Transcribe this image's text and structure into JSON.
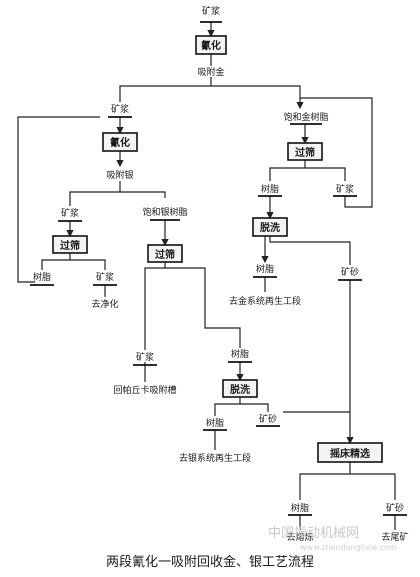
{
  "diagram": {
    "caption": "两段氰化一吸附回收金、银工艺流程",
    "watermark_text": "中国振动机械网",
    "watermark_url": "www.zhendonglixie.com",
    "nodes": {
      "feed": "矿浆",
      "cyan1": "氰化",
      "adsorb1": "吸附金",
      "slurry_a": "矿浆",
      "cyan2": "氰化",
      "adsorb_silver": "吸附银",
      "loaded_gold_resin": "饱和金树脂",
      "filter_top": "过筛",
      "resin_a": "树脂",
      "slurry_b": "矿浆",
      "slurry_c": "矿浆",
      "loaded_silver_resin": "饱和银树脂",
      "elute_gold": "脱洗",
      "filter_left": "过筛",
      "resin_b": "树脂",
      "ore_sand_a": "矿砂",
      "resin_left": "树脂",
      "slurry_left": "矿浆",
      "purify": "去净化",
      "gold_regen": "去金系统再生工段",
      "filter_mid": "过筛",
      "slurry_d": "矿浆",
      "resin_c": "树脂",
      "return_label": "回帕丘卡吸附槽",
      "elute_silver": "脱洗",
      "ore_sand_b": "矿砂",
      "resin_d": "树脂",
      "silver_regen": "去银系统再生工段",
      "table_conc": "摇床精选",
      "to_smelt": "去熔炼",
      "ore_sand_c": "矿砂",
      "to_tailings": "去尾矿"
    }
  }
}
